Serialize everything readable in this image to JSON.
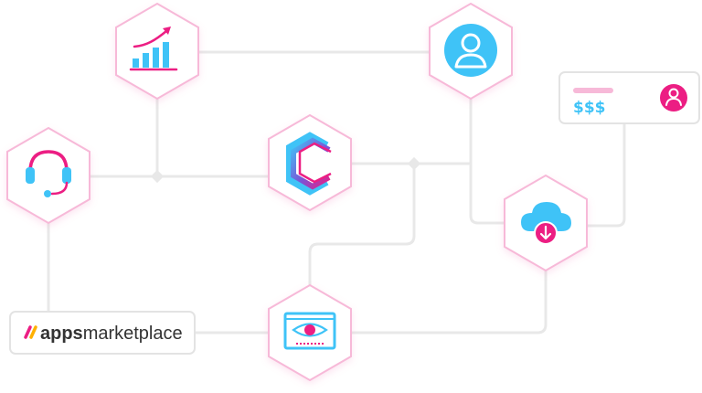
{
  "logo": {
    "brand_bold": "apps",
    "brand_regular": "marketplace"
  },
  "payment_card": {
    "currency_text": "$$$",
    "icon": "user-circle-icon"
  },
  "nodes": [
    {
      "id": "analytics",
      "icon": "growth-chart-icon"
    },
    {
      "id": "user-profile",
      "icon": "user-avatar-icon"
    },
    {
      "id": "support",
      "icon": "headset-icon"
    },
    {
      "id": "core-platform",
      "icon": "c-logo-icon"
    },
    {
      "id": "cloud-download",
      "icon": "cloud-download-icon"
    },
    {
      "id": "visibility",
      "icon": "eye-monitor-icon"
    }
  ],
  "colors": {
    "pink": "#ec1e83",
    "pink_light": "#f7b9d8",
    "blue": "#3fc3f7",
    "purple": "#7b52d6",
    "connector": "#e8e8e8",
    "card_border": "#e3e3e3",
    "text": "#333333"
  }
}
